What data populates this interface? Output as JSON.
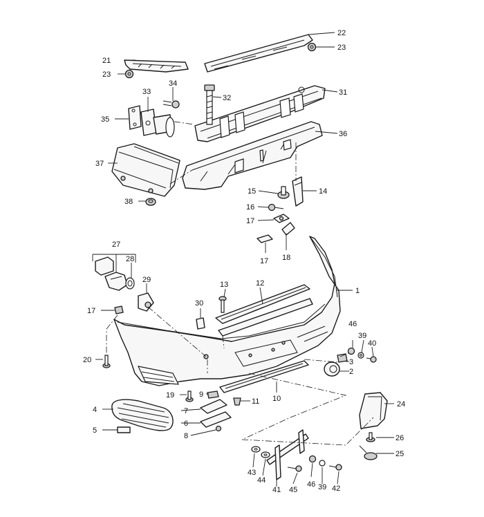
{
  "diagram": {
    "callouts": {
      "c1": "1",
      "c2": "2",
      "c3": "3",
      "c4": "4",
      "c5": "5",
      "c6": "6",
      "c7": "7",
      "c8": "8",
      "c9": "9",
      "c10": "10",
      "c11": "11",
      "c12": "12",
      "c13": "13",
      "c14": "14",
      "c15": "15",
      "c16": "16",
      "c17a": "17",
      "c17b": "17",
      "c17c": "17",
      "c18": "18",
      "c19": "19",
      "c20": "20",
      "c21": "21",
      "c22": "22",
      "c23a": "23",
      "c23b": "23",
      "c24": "24",
      "c25": "25",
      "c26": "26",
      "c27": "27",
      "c28": "28",
      "c29": "29",
      "c30": "30",
      "c31": "31",
      "c32": "32",
      "c33": "33",
      "c34": "34",
      "c35": "35",
      "c36": "36",
      "c37": "37",
      "c38": "38",
      "c39a": "39",
      "c39b": "39",
      "c40": "40",
      "c41": "41",
      "c42": "42",
      "c43": "43",
      "c44": "44",
      "c45": "45",
      "c46a": "46",
      "c46b": "46"
    }
  }
}
